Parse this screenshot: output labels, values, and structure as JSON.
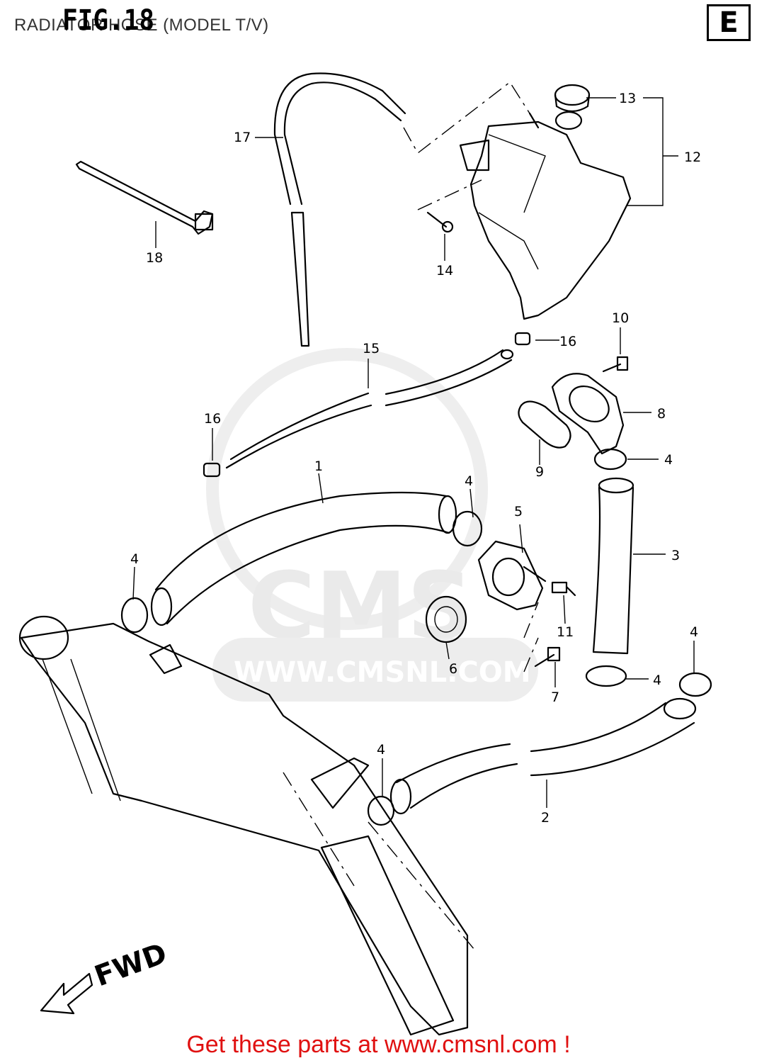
{
  "header": {
    "figure_number": "FIG.18",
    "subtitle": "RADIATOR HOSE (MODEL T/V)",
    "section_letter": "E"
  },
  "callouts": [
    "1",
    "2",
    "3",
    "4",
    "4",
    "4",
    "4",
    "4",
    "4",
    "5",
    "6",
    "7",
    "8",
    "9",
    "10",
    "11",
    "12",
    "13",
    "14",
    "15",
    "16",
    "16",
    "17",
    "18"
  ],
  "direction_label": "FWD",
  "watermark": {
    "brand": "CMS",
    "url": "WWW.CMSNL.COM"
  },
  "footer": {
    "text": "Get these parts at www.cmsnl.com !",
    "color": "#e01010"
  }
}
